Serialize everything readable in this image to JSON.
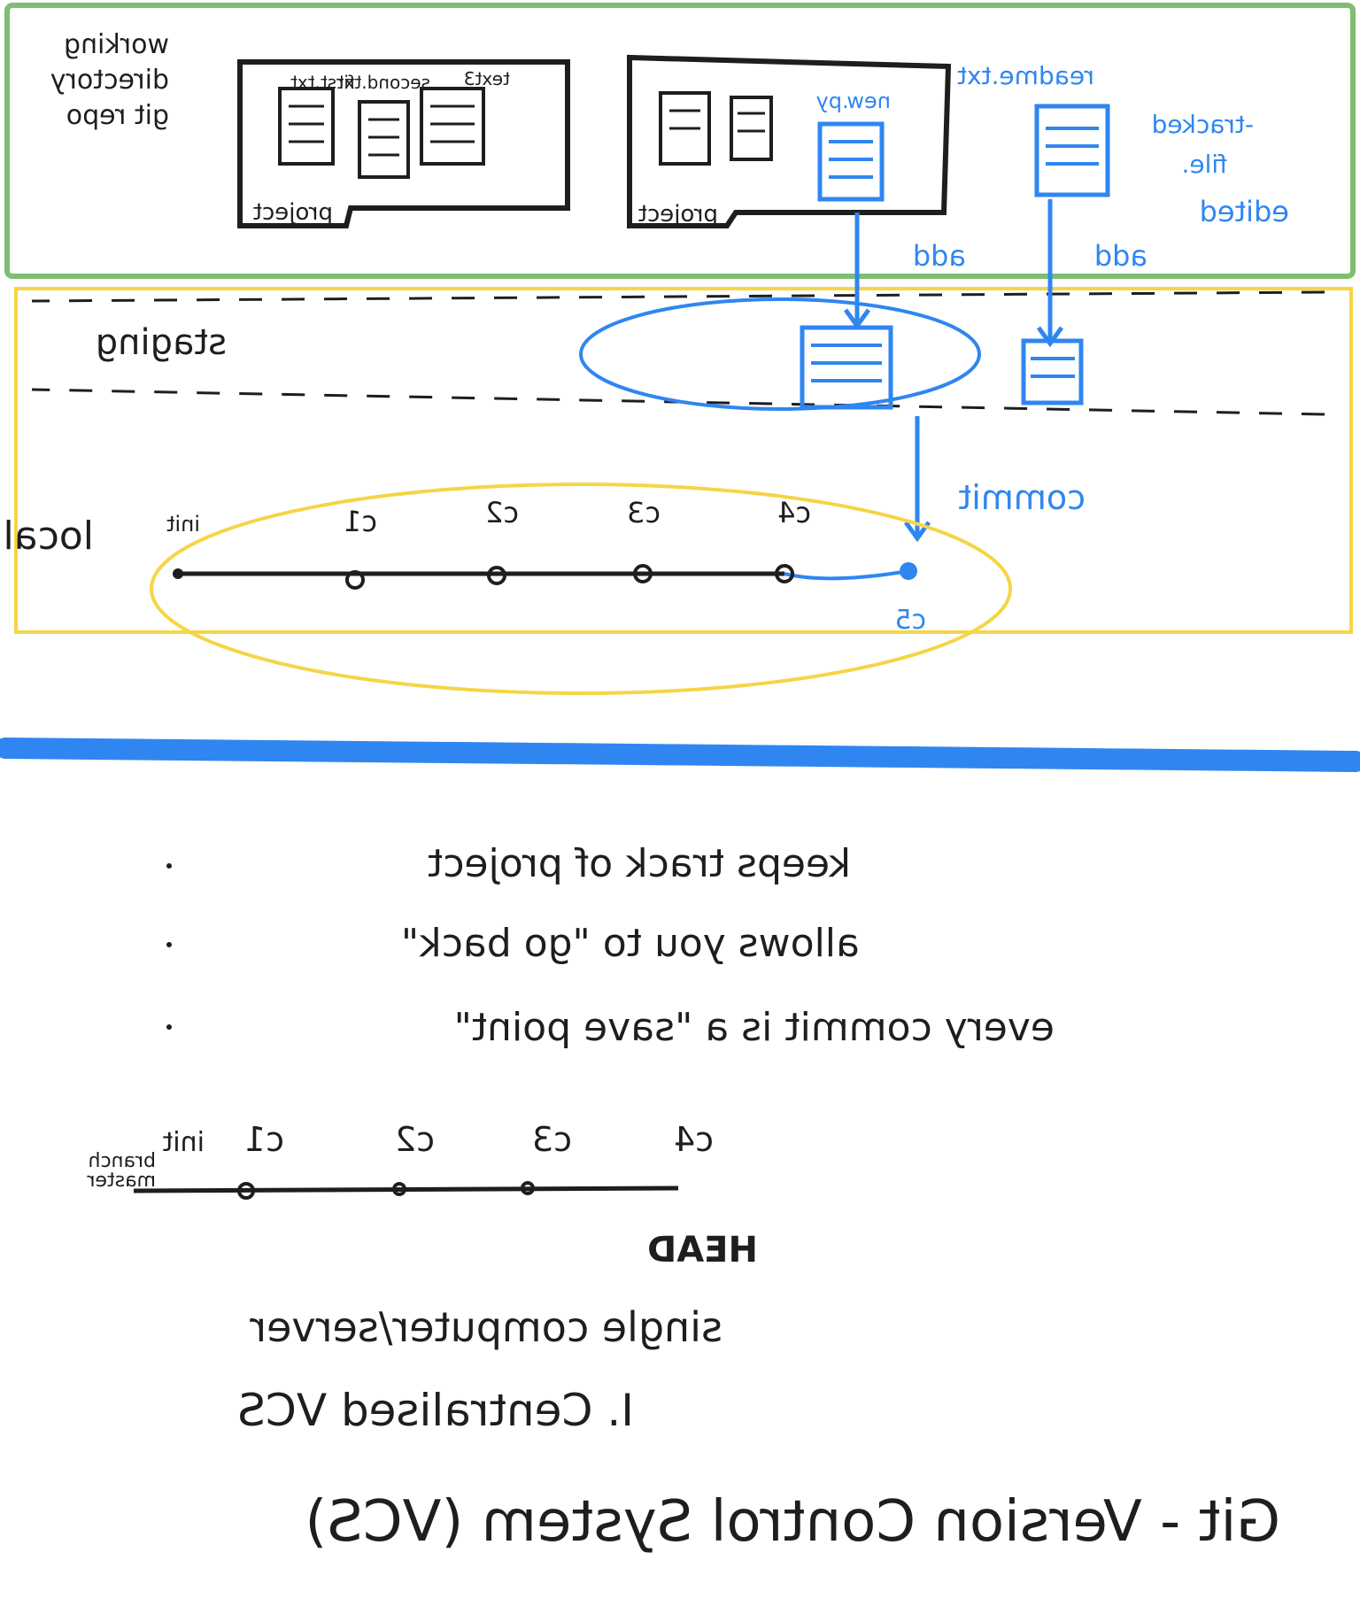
{
  "colors": {
    "ink": "#1e1e1e",
    "blue": "#2f86f1",
    "green": "#7dbe72",
    "yellow": "#f5d546",
    "divider": "#2f86f1"
  },
  "top_diagram": {
    "zones": {
      "working": {
        "label_lines": [
          "working",
          "directory",
          "git repo"
        ]
      },
      "staging": {
        "label": "staging"
      },
      "local": {
        "label": "local"
      }
    },
    "workspace_1": {
      "label": "project",
      "files": [
        "first.txt",
        "second.txt",
        "text3"
      ]
    },
    "workspace_2": {
      "label": "project",
      "new_file": "new.py"
    },
    "edited_file": {
      "name": "readme.txt",
      "notes": [
        "edited",
        "file.",
        "-tracked"
      ]
    },
    "actions": {
      "add_left": "add",
      "add_right": "add",
      "commit": "commit"
    },
    "graph": {
      "nodes": [
        "init",
        "c1",
        "c2",
        "c3",
        "c4",
        "c5"
      ]
    }
  },
  "notes": {
    "bullets": [
      "keeps track of project",
      "allows you to \"go back\"",
      "every commit is a \"save point\""
    ],
    "history": {
      "branch_lines": [
        "master",
        "branch"
      ],
      "nodes": [
        "init",
        "c1",
        "c2",
        "c3",
        "c4"
      ],
      "head_label": "HEAD"
    },
    "types_heading": "I. Centralised VCS",
    "types_bullet": "single computer/server",
    "title": "Git - Version Control System (VCS)"
  }
}
